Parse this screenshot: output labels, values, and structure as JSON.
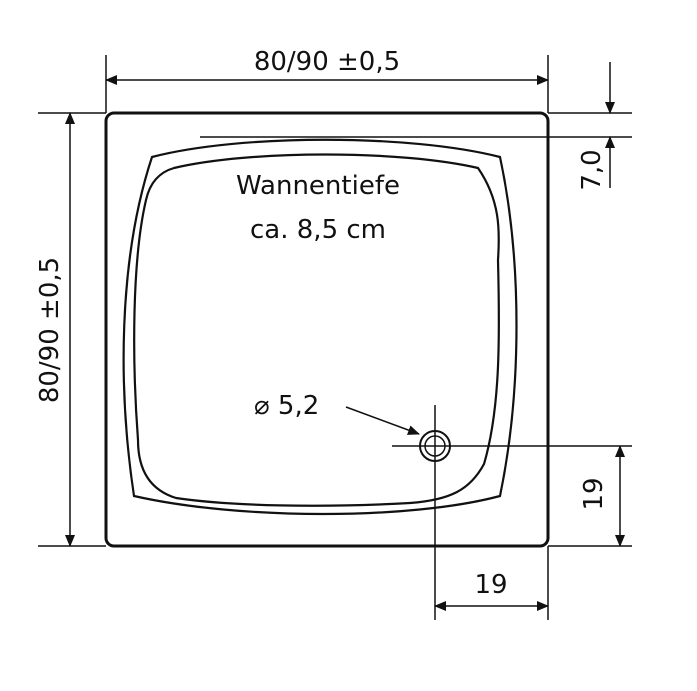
{
  "drawing": {
    "dim_top": "80/90 ±0,5",
    "dim_left": "80/90  ±0,5",
    "dim_rim": "7,0",
    "depth_line1": "Wannentiefe",
    "depth_line2": "ca. 8,5 cm",
    "drain_diameter": "⌀ 5,2",
    "drain_offset_vertical": "19",
    "drain_offset_horizontal": "19"
  }
}
